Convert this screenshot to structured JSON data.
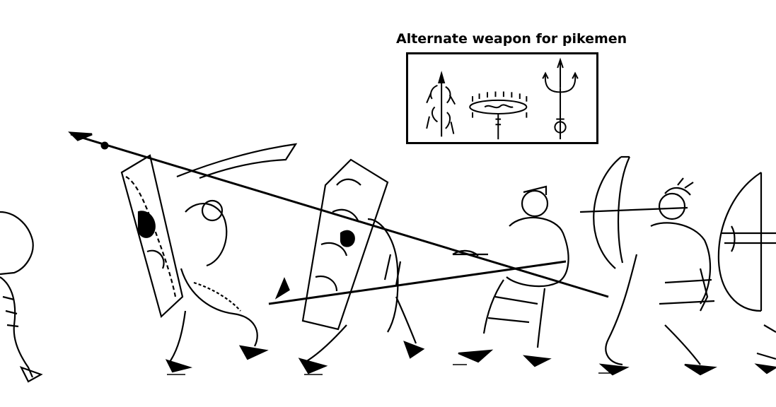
{
  "caption": "Alternate weapon for pikemen",
  "colors": {
    "ink": "#000000",
    "paper": "#ffffff"
  },
  "inset": {
    "weapons": [
      "spear-with-tassels-icon",
      "spiked-wheel-icon",
      "trident-icon"
    ]
  },
  "figures": [
    "soldier-partial-left",
    "sword-and-shield-soldier",
    "shield-soldier",
    "pikeman",
    "crossbowman",
    "archer-partial-right"
  ]
}
